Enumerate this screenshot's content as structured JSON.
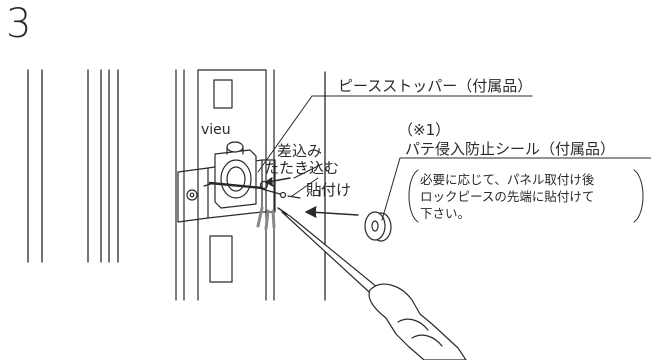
{
  "step_number": "3",
  "labels": {
    "piece_stopper": "ピースストッパー（付属品）",
    "insert": "差込み",
    "tap_in": "たたき込む",
    "attach": "貼付け",
    "note_ref": "（※1）",
    "putty_seal": "パテ侵入防止シール（付属品）"
  },
  "note_lines": [
    "必要に応じて、パネル取付け後",
    "ロックピースの先端に貼付けて",
    "下さい。"
  ],
  "brand_mark": "vieu"
}
